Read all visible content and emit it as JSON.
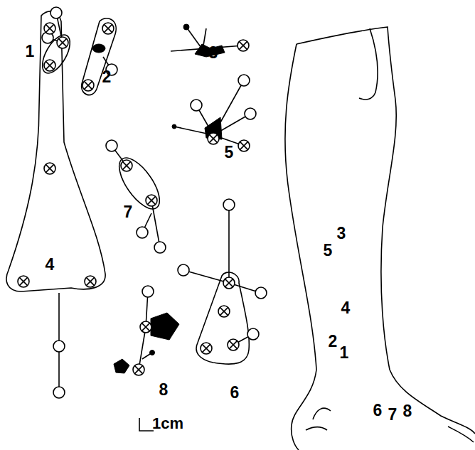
{
  "diagram": {
    "labels": [
      "1",
      "2",
      "3",
      "5",
      "4",
      "7",
      "6",
      "8",
      "3",
      "5",
      "4",
      "2",
      "1",
      "6",
      "7",
      "8",
      "1cm"
    ]
  }
}
